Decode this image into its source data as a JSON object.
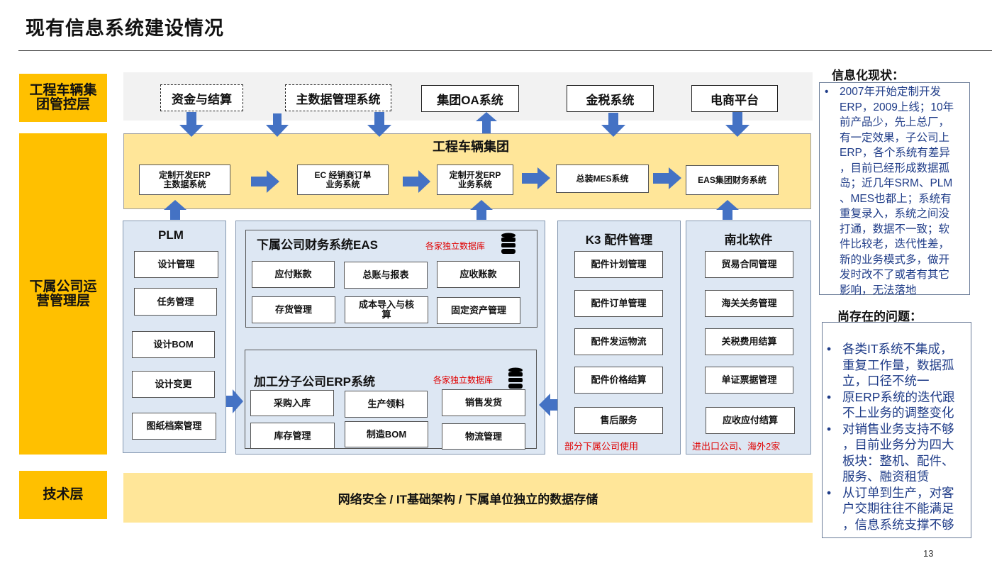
{
  "page": {
    "title": "现有信息系统建设情况",
    "page_number": "13"
  },
  "layers": {
    "group": "工程车辆集团管控层",
    "sub": "下属公司运营管理层",
    "tech": "技术层"
  },
  "top_systems": [
    "资金与结算",
    "主数据管理系统",
    "集团OA系统",
    "金税系统",
    "电商平台"
  ],
  "group_box": {
    "title": "工程车辆集团",
    "flow": [
      "定制开发ERP\n主数据系统",
      "EC 经销商订单\n业务系统",
      "定制开发ERP\n业务系统",
      "总装MES系统",
      "EAS集团财务系统"
    ]
  },
  "plm": {
    "title": "PLM",
    "items": [
      "设计管理",
      "任务管理",
      "设计BOM",
      "设计变更",
      "图纸档案管理"
    ]
  },
  "eas": {
    "title": "下属公司财务系统EAS",
    "note": "各家独立数据库",
    "items": [
      "应付账款",
      "总账与报表",
      "应收账款",
      "存货管理",
      "成本导入与核\n算",
      "固定资产管理"
    ]
  },
  "erp": {
    "title": "加工分子公司ERP系统",
    "note": "各家独立数据库",
    "items": [
      "采购入库",
      "生产领料",
      "销售发货",
      "库存管理",
      "制造BOM",
      "物流管理"
    ]
  },
  "k3": {
    "title": "K3 配件管理",
    "items": [
      "配件计划管理",
      "配件订单管理",
      "配件发运物流",
      "配件价格结算",
      "售后服务"
    ],
    "note": "部分下属公司使用"
  },
  "nanbei": {
    "title": "南北软件",
    "items": [
      "贸易合同管理",
      "海关关务管理",
      "关税费用结算",
      "单证票据管理",
      "应收应付结算"
    ],
    "note": "进出口公司、海外2家"
  },
  "tech": {
    "text": "网络安全 /  IT基础架构 / 下属单位独立的数据存储"
  },
  "sidebar": {
    "status_title": "信息化现状：",
    "status_lines": [
      "2007年开始定制开发",
      "ERP，2009上线；10年",
      "前产品少，先上总厂，",
      "有一定效果，子公司上",
      "ERP，各个系统有差异",
      "，目前已经形成数据孤",
      "岛；近几年SRM、PLM",
      "、MES也都上；系统有",
      "重复录入，系统之间没",
      "打通，数据不一致；软",
      "件比较老，迭代性差，",
      "新的业务模式多，做开",
      "发时改不了或者有其它",
      "影响，无法落地"
    ],
    "issues_title": "尚存在的问题：",
    "issues": [
      [
        "各类IT系统不集成，",
        "重复工作量，数据孤",
        "立，口径不统一"
      ],
      [
        "原ERP系统的迭代跟",
        "不上业务的调整变化"
      ],
      [
        "对销售业务支持不够",
        "，目前业务分为四大",
        "板块：整机、配件、",
        "服务、融资租赁"
      ],
      [
        "从订单到生产，对客",
        "户交期往往不能满足",
        "，信息系统支撑不够"
      ]
    ]
  },
  "colors": {
    "layer": "#ffc000",
    "yellow_box": "#ffe699",
    "blue_box": "#dde7f3",
    "arrow": "#4472c4",
    "note_red": "#e00000",
    "sidebar_text": "#1f3c88"
  }
}
